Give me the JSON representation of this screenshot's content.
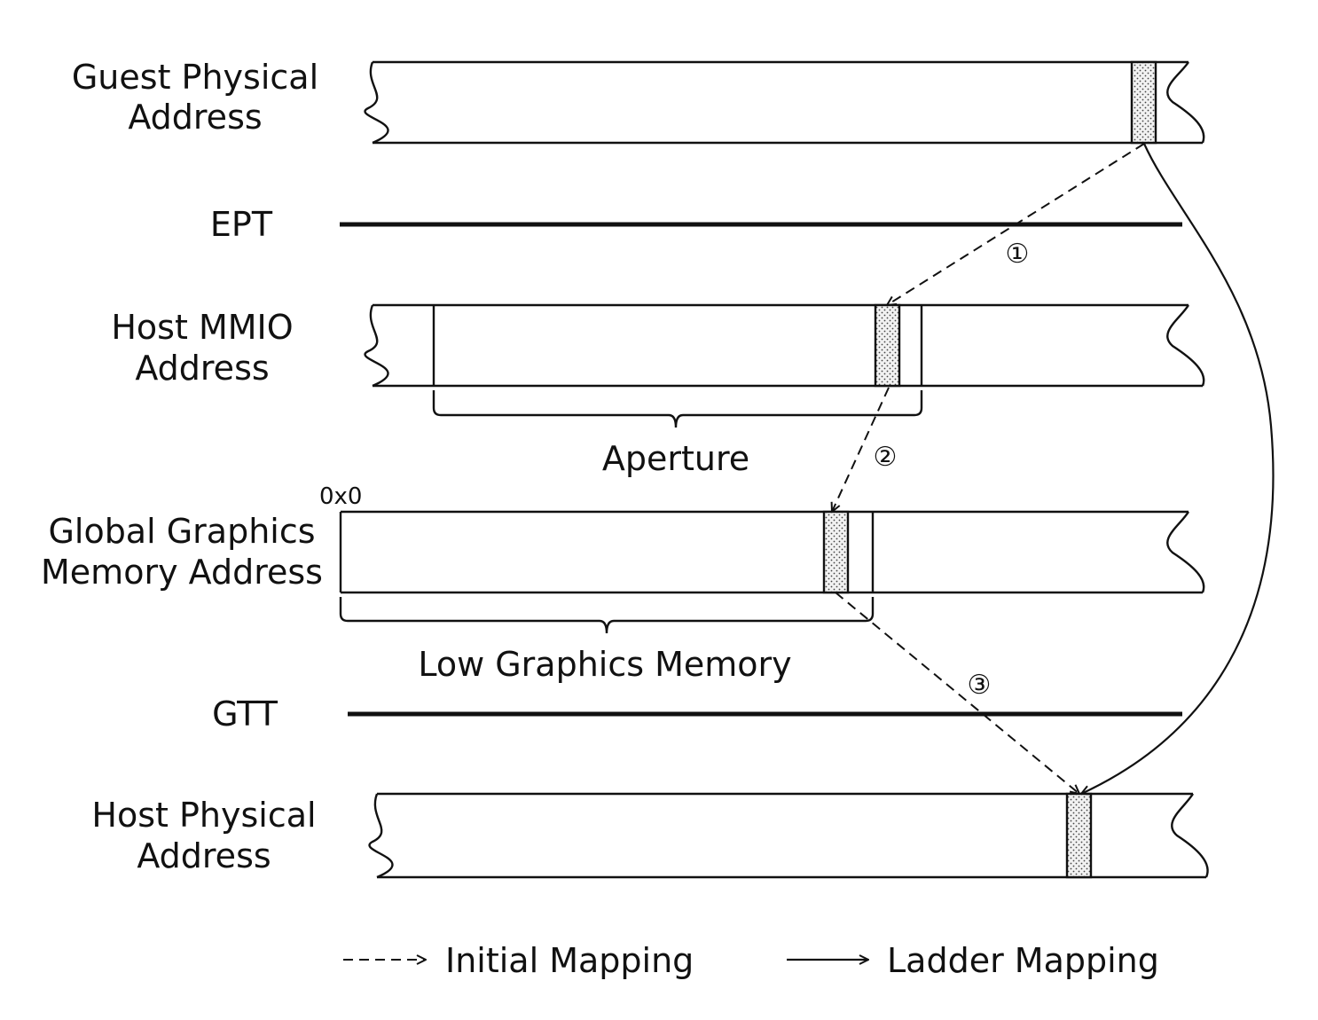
{
  "rows": {
    "guest_physical": {
      "line1": "Guest Physical",
      "line2": "Address"
    },
    "ept": "EPT",
    "host_mmio": {
      "line1": "Host MMIO",
      "line2": "Address"
    },
    "global_graphics": {
      "line1": "Global Graphics",
      "line2": "Memory Address"
    },
    "gtt": "GTT",
    "host_physical": {
      "line1": "Host Physical",
      "line2": "Address"
    }
  },
  "annotations": {
    "aperture": "Aperture",
    "low_graphics_memory": "Low Graphics Memory",
    "origin": "0x0"
  },
  "steps": [
    "①",
    "②",
    "③"
  ],
  "legend": {
    "initial": "Initial Mapping",
    "ladder": "Ladder Mapping"
  }
}
